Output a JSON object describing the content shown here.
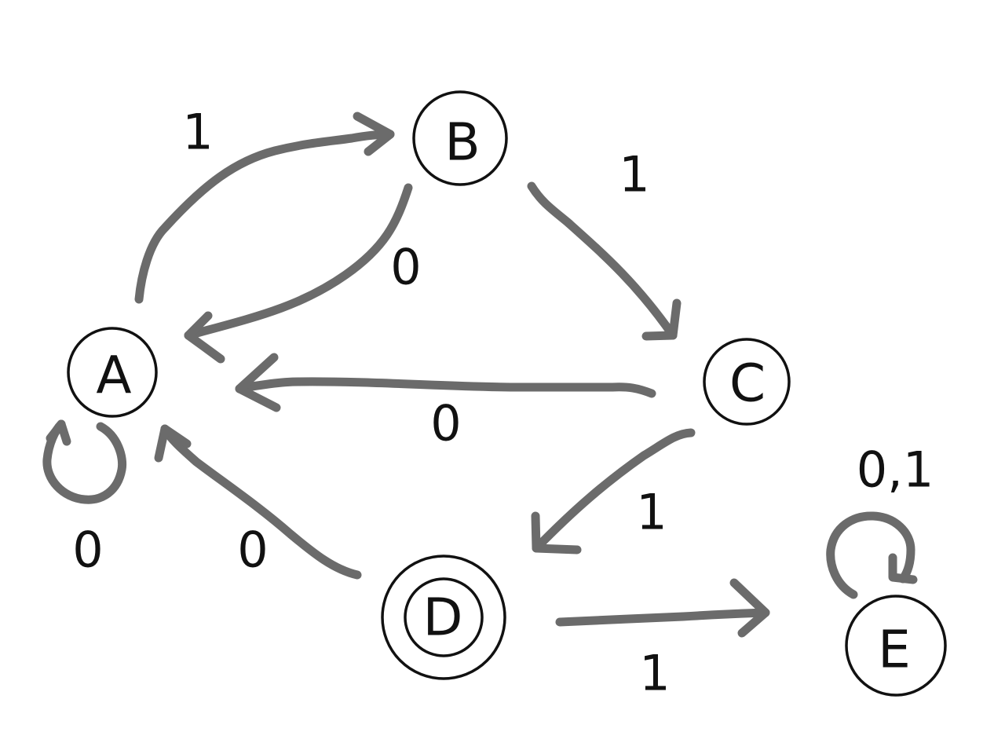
{
  "states": {
    "A": {
      "label": "A",
      "accepting": false
    },
    "B": {
      "label": "B",
      "accepting": false
    },
    "C": {
      "label": "C",
      "accepting": false
    },
    "D": {
      "label": "D",
      "accepting": true
    },
    "E": {
      "label": "E",
      "accepting": false
    }
  },
  "transitions": [
    {
      "from": "A",
      "to": "B",
      "symbol": "1"
    },
    {
      "from": "B",
      "to": "A",
      "symbol": "0"
    },
    {
      "from": "B",
      "to": "C",
      "symbol": "1"
    },
    {
      "from": "C",
      "to": "A",
      "symbol": "0"
    },
    {
      "from": "C",
      "to": "D",
      "symbol": "1"
    },
    {
      "from": "A",
      "to": "A",
      "symbol": "0"
    },
    {
      "from": "D",
      "to": "A",
      "symbol": "0"
    },
    {
      "from": "D",
      "to": "E",
      "symbol": "1"
    },
    {
      "from": "E",
      "to": "E",
      "symbol": "0,1"
    }
  ],
  "colors": {
    "edge": "#6b6b6b",
    "state_outline": "#111111",
    "background": "#ffffff"
  }
}
